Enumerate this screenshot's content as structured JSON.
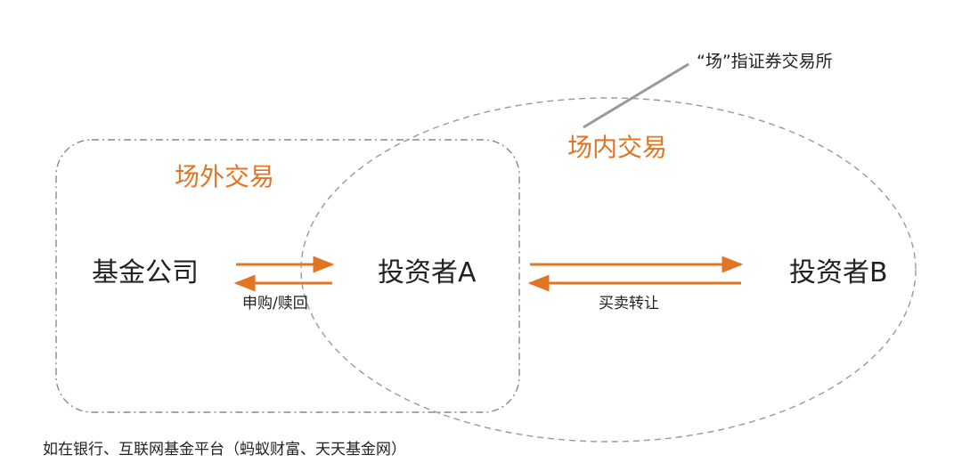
{
  "annotation": {
    "exchange_note": "“场”指证券交易所"
  },
  "regions": {
    "otc": {
      "title": "场外交易"
    },
    "exchange": {
      "title": "场内交易"
    }
  },
  "nodes": {
    "fund_company": "基金公司",
    "investor_a": "投资者A",
    "investor_b": "投资者B"
  },
  "edges": {
    "subscribe_redeem": "申购/赎回",
    "trade_transfer": "买卖转让"
  },
  "footer": {
    "note": "如在银行、互联网基金平台（蚂蚁财富、天天基金网）"
  },
  "colors": {
    "accent": "#e07524",
    "line_gray": "#9a9a9a",
    "dash_gray": "#888888"
  }
}
